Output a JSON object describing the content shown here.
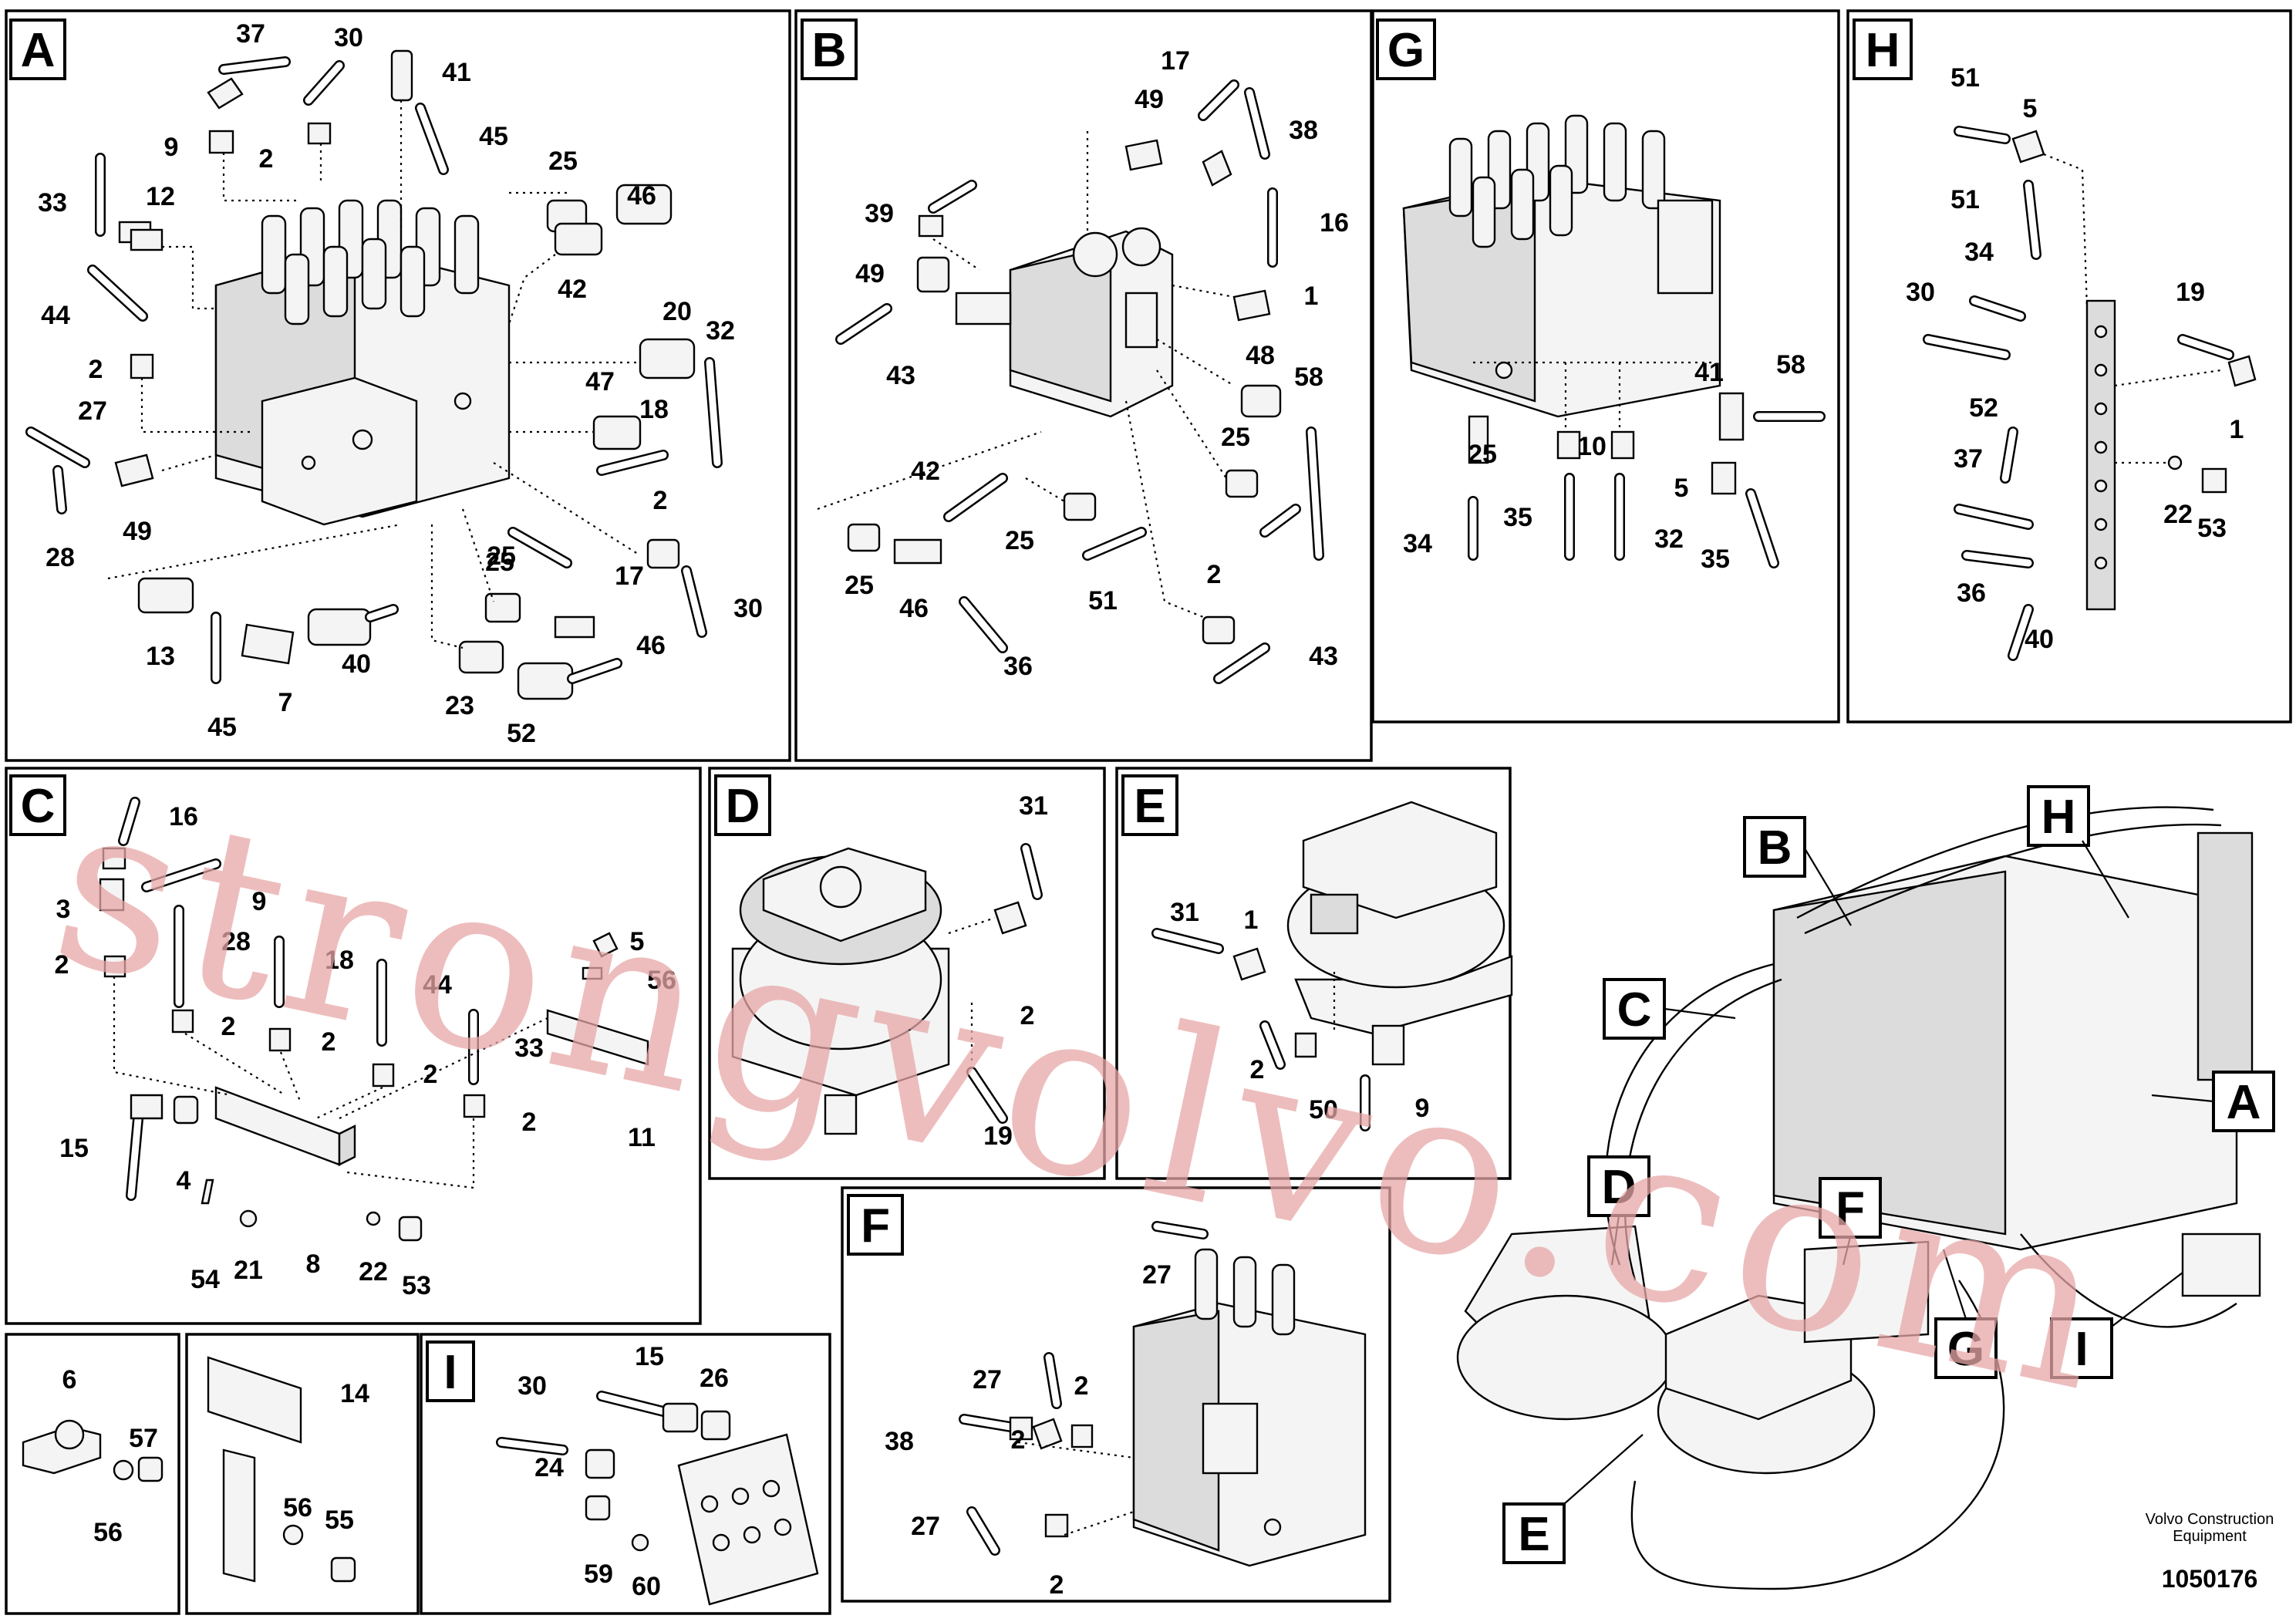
{
  "panels": [
    {
      "id": "A",
      "labels": [
        "37",
        "30",
        "41",
        "9",
        "2",
        "45",
        "33",
        "12",
        "25",
        "46",
        "44",
        "42",
        "20",
        "32",
        "2",
        "47",
        "18",
        "27",
        "49",
        "28",
        "2",
        "25",
        "17",
        "13",
        "7",
        "40",
        "25",
        "46",
        "30",
        "45",
        "23",
        "52"
      ]
    },
    {
      "id": "B",
      "labels": [
        "17",
        "49",
        "38",
        "39",
        "49",
        "16",
        "1",
        "43",
        "48",
        "58",
        "25",
        "42",
        "25",
        "51",
        "25",
        "46",
        "2",
        "36",
        "43"
      ]
    },
    {
      "id": "G",
      "labels": [
        "58",
        "41",
        "25",
        "10",
        "5",
        "34",
        "35",
        "32",
        "35"
      ]
    },
    {
      "id": "H",
      "labels": [
        "51",
        "5",
        "51",
        "34",
        "30",
        "19",
        "1",
        "52",
        "37",
        "22",
        "53",
        "36",
        "40"
      ]
    },
    {
      "id": "C",
      "labels": [
        "16",
        "3",
        "9",
        "2",
        "28",
        "18",
        "44",
        "5",
        "56",
        "2",
        "2",
        "2",
        "33",
        "11",
        "2",
        "15",
        "4",
        "54",
        "21",
        "8",
        "22",
        "53"
      ]
    },
    {
      "id": "D",
      "labels": [
        "31",
        "2",
        "19"
      ]
    },
    {
      "id": "E",
      "labels": [
        "31",
        "1",
        "2",
        "50",
        "9"
      ]
    },
    {
      "id": "F",
      "labels": [
        "27",
        "27",
        "2",
        "38",
        "2",
        "27",
        "2"
      ]
    },
    {
      "id": "misc1",
      "labels": [
        "6",
        "57",
        "56"
      ]
    },
    {
      "id": "misc2",
      "labels": [
        "14",
        "56",
        "55"
      ]
    },
    {
      "id": "I",
      "labels": [
        "15",
        "30",
        "26",
        "24",
        "59",
        "60"
      ]
    }
  ],
  "overview_labels": [
    "B",
    "H",
    "C",
    "A",
    "D",
    "F",
    "G",
    "I",
    "E"
  ],
  "footer": {
    "brand": "Volvo Construction\nEquipment",
    "brand_line1": "Volvo Construction",
    "brand_line2": "Equipment",
    "code": "1050176"
  },
  "watermark": "strongvolvo.com"
}
